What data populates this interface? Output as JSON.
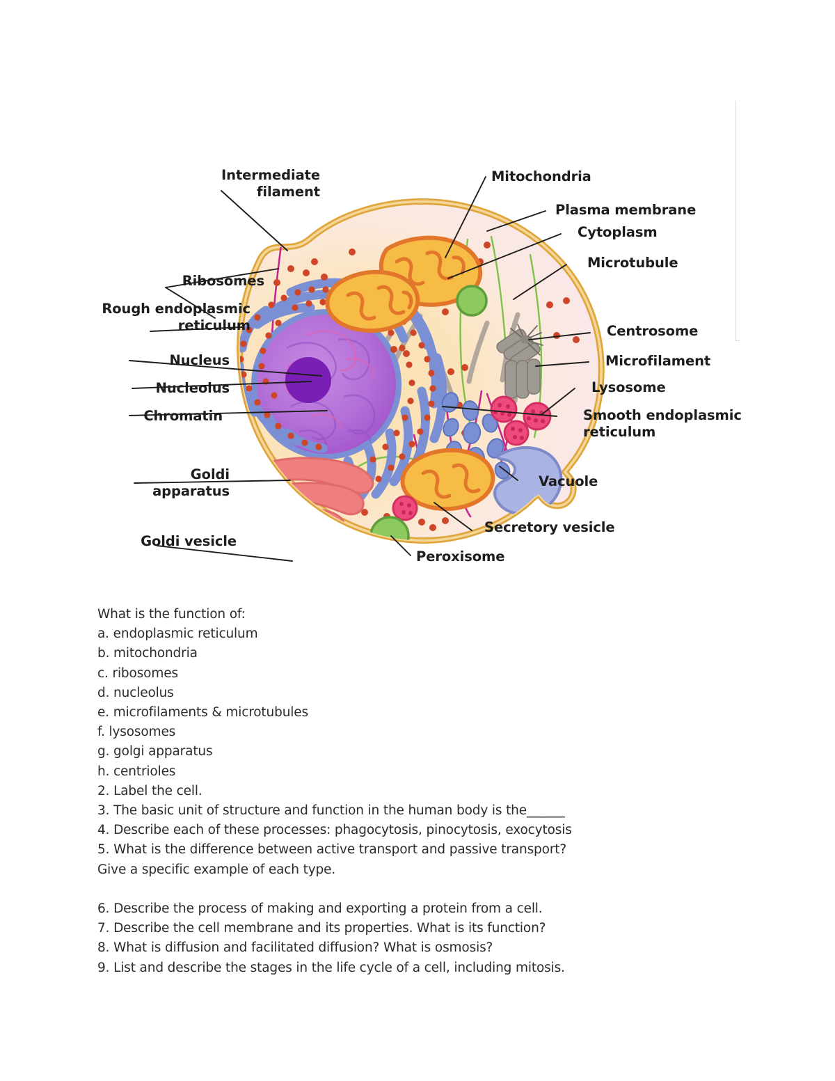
{
  "document": {
    "figure": {
      "title": "animal-cell-diagram",
      "colors": {
        "membrane": "#e7ae4a",
        "cytoplasm_warm": "#fbe3b8",
        "cytoplasm_pink": "#fbe6ea",
        "nucleus": "#b46fd6",
        "nucleolus": "#7a1fb5",
        "rough_er": "#7b8fd4",
        "ribosome": "#d0452a",
        "mitochondria": "#f4b731",
        "mitochondria_outline": "#e2762a",
        "golgi": "#ef7f7f",
        "vacuole": "#aab4e4",
        "lysosome": "#ef4a7b",
        "peroxisome": "#8cc95e",
        "microtubule": "#b0a79e",
        "microfilament": "#7ec24a",
        "intermediate_filament": "#c62a8c"
      },
      "labels_left": [
        {
          "name": "intermediate-filament",
          "text": "Intermediate\nfilament"
        },
        {
          "name": "ribosomes",
          "text": "Ribosomes"
        },
        {
          "name": "rough-endoplasmic-reticulum",
          "text": "Rough endoplasmic\nreticulum"
        },
        {
          "name": "nucleus",
          "text": "Nucleus"
        },
        {
          "name": "nucleolus",
          "text": "Nucleolus"
        },
        {
          "name": "chromatin",
          "text": "Chromatin"
        },
        {
          "name": "goldi-apparatus",
          "text": "Goldi\napparatus"
        },
        {
          "name": "goldi-vesicle",
          "text": "Goldi vesicle"
        }
      ],
      "labels_right": [
        {
          "name": "mitochondria",
          "text": "Mitochondria"
        },
        {
          "name": "plasma-membrane",
          "text": "Plasma membrane"
        },
        {
          "name": "cytoplasm",
          "text": "Cytoplasm"
        },
        {
          "name": "microtubule",
          "text": "Microtubule"
        },
        {
          "name": "centrosome",
          "text": "Centrosome"
        },
        {
          "name": "microfilament",
          "text": "Microfilament"
        },
        {
          "name": "lysosome",
          "text": "Lysosome"
        },
        {
          "name": "smooth-endoplasmic-reticulum",
          "text": "Smooth endoplasmic\nreticulum"
        },
        {
          "name": "vacuole",
          "text": "Vacuole"
        },
        {
          "name": "secretory-vesicle",
          "text": "Secretory vesicle"
        },
        {
          "name": "peroxisome",
          "text": "Peroxisome"
        }
      ]
    },
    "questions": {
      "lines": [
        "What is the function of:",
        "a. endoplasmic reticulum",
        "b. mitochondria",
        "c. ribosomes",
        "d. nucleolus",
        "e. microfilaments & microtubules",
        "f. lysosomes",
        "g. golgi apparatus",
        "h. centrioles",
        "2. Label the cell.",
        "3. The basic unit of structure and function in the human body is the______",
        "4. Describe each of these processes: phagocytosis, pinocytosis, exocytosis",
        "5. What is the difference between active transport and passive transport?",
        "Give a specific example of each type."
      ],
      "lines2": [
        "6. Describe the process of making and exporting a protein from a cell.",
        "7. Describe the cell membrane and its properties. What is its function?",
        "8. What is diffusion and facilitated diffusion? What is osmosis?",
        "9. List and describe the stages in the life cycle of a cell, including mitosis."
      ]
    }
  }
}
